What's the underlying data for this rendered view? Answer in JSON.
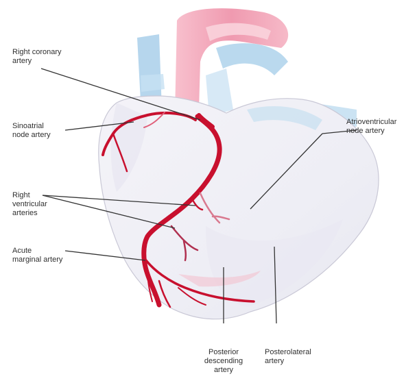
{
  "labels": {
    "right_coronary": [
      "Right coronary",
      "artery"
    ],
    "sinoatrial": [
      "Sinoatrial",
      "node artery"
    ],
    "right_ventricular": [
      "Right",
      "ventricular",
      "arteries"
    ],
    "acute_marginal": [
      "Acute",
      "marginal artery"
    ],
    "av_node": [
      "Atrioventricular",
      "node artery"
    ],
    "posterior_descending": [
      "Posterior",
      "descending",
      "artery"
    ],
    "posterolateral": [
      "Posterolateral",
      "artery"
    ]
  },
  "colors": {
    "artery": "#c8102e",
    "artery_light": "#e0607a",
    "vessel_blue": "#9ec9e8",
    "vessel_pink": "#ef9db2",
    "heart_fill": "#f2f1f6",
    "leader": "#333333"
  }
}
